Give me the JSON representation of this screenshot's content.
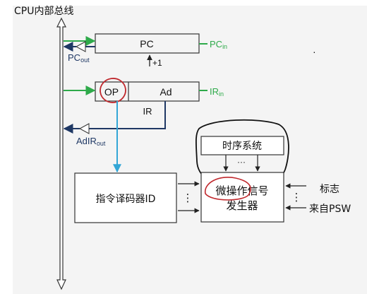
{
  "bus": {
    "label": "CPU内部总线"
  },
  "pc": {
    "label": "PC",
    "increment": "+1",
    "in_main": "PC",
    "in_sub": "in",
    "out_main": "PC",
    "out_sub": "out"
  },
  "ir": {
    "op": "OP",
    "ad": "Ad",
    "label": "IR",
    "in_main": "IR",
    "in_sub": "in",
    "out_main": "AdIR",
    "out_sub": "out"
  },
  "timing": {
    "label": "时序系统",
    "dots": "···"
  },
  "decoder": {
    "label": "指令译码器ID",
    "dots": "⋮"
  },
  "generator": {
    "line1": "微操作信号",
    "line2": "发生器",
    "dots": "⋮"
  },
  "flags": {
    "line1": "标志",
    "line2": "来自PSW"
  },
  "stray_mark": "·",
  "colors": {
    "green": "#2eaa4a",
    "navy": "#1f3864",
    "cyan": "#33a6d6",
    "red": "#c0282d",
    "line": "#333333",
    "panel": "#f4f4f4"
  }
}
